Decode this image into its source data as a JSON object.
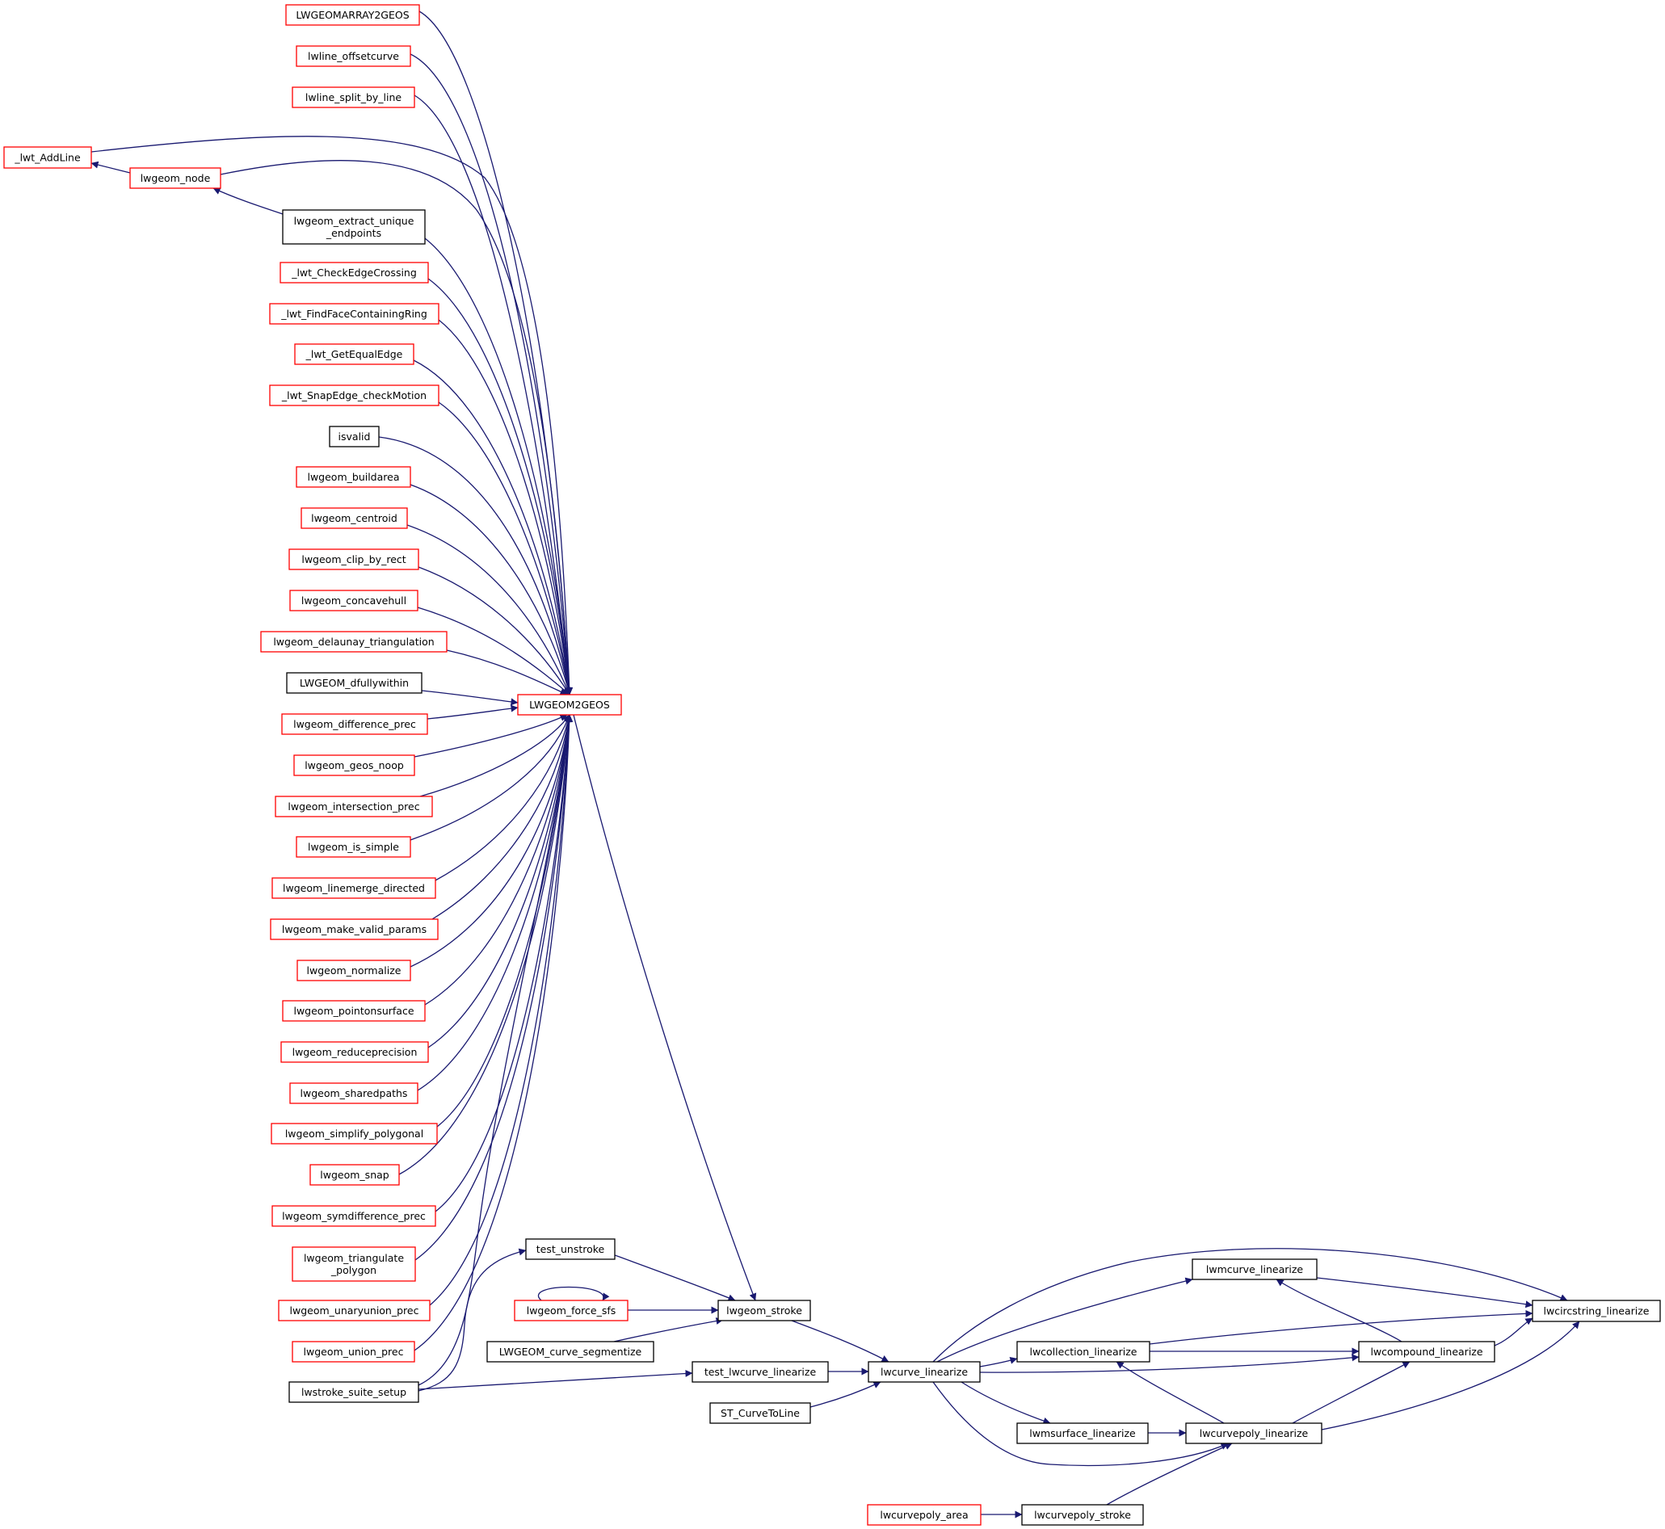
{
  "colors": {
    "edge": "#191970",
    "border_red": "#ff0000",
    "border_black": "#000000",
    "focus_fill": "#bfbfbf"
  },
  "nodes": [
    {
      "id": "lwcircstring_linearize",
      "label": "lwcircstring_linearize",
      "style": "focus"
    },
    {
      "id": "lwmcurve_linearize",
      "label": "lwmcurve_linearize",
      "style": "black"
    },
    {
      "id": "lwcompound_linearize",
      "label": "lwcompound_linearize",
      "style": "black"
    },
    {
      "id": "lwcollection_linearize",
      "label": "lwcollection_linearize",
      "style": "black"
    },
    {
      "id": "lwcurvepoly_linearize",
      "label": "lwcurvepoly_linearize",
      "style": "black"
    },
    {
      "id": "lwmsurface_linearize",
      "label": "lwmsurface_linearize",
      "style": "black"
    },
    {
      "id": "lwcurvepoly_stroke",
      "label": "lwcurvepoly_stroke",
      "style": "black"
    },
    {
      "id": "lwcurvepoly_area",
      "label": "lwcurvepoly_area",
      "style": "red"
    },
    {
      "id": "lwcurve_linearize",
      "label": "lwcurve_linearize",
      "style": "black"
    },
    {
      "id": "test_lwcurve_linearize",
      "label": "test_lwcurve_linearize",
      "style": "black"
    },
    {
      "id": "ST_CurveToLine",
      "label": "ST_CurveToLine",
      "style": "black"
    },
    {
      "id": "lwgeom_stroke",
      "label": "lwgeom_stroke",
      "style": "black"
    },
    {
      "id": "test_unstroke",
      "label": "test_unstroke",
      "style": "black"
    },
    {
      "id": "lwgeom_force_sfs",
      "label": "lwgeom_force_sfs",
      "style": "red"
    },
    {
      "id": "LWGEOM_curve_segmentize",
      "label": "LWGEOM_curve_segmentize",
      "style": "black"
    },
    {
      "id": "lwstroke_suite_setup",
      "label": "lwstroke_suite_setup",
      "style": "black"
    },
    {
      "id": "LWGEOM2GEOS",
      "label": "LWGEOM2GEOS",
      "style": "red"
    },
    {
      "id": "LWGEOMARRAY2GEOS",
      "label": "LWGEOMARRAY2GEOS",
      "style": "red"
    },
    {
      "id": "lwline_offsetcurve",
      "label": "lwline_offsetcurve",
      "style": "red"
    },
    {
      "id": "lwline_split_by_line",
      "label": "lwline_split_by_line",
      "style": "red"
    },
    {
      "id": "_lwt_AddLine",
      "label": "_lwt_AddLine",
      "style": "red"
    },
    {
      "id": "lwgeom_node",
      "label": "lwgeom_node",
      "style": "red"
    },
    {
      "id": "lwgeom_extract_unique_endpoints",
      "label": [
        "lwgeom_extract_unique",
        "_endpoints"
      ],
      "style": "black"
    },
    {
      "id": "_lwt_CheckEdgeCrossing",
      "label": "_lwt_CheckEdgeCrossing",
      "style": "red"
    },
    {
      "id": "_lwt_FindFaceContainingRing",
      "label": "_lwt_FindFaceContainingRing",
      "style": "red"
    },
    {
      "id": "_lwt_GetEqualEdge",
      "label": "_lwt_GetEqualEdge",
      "style": "red"
    },
    {
      "id": "_lwt_SnapEdge_checkMotion",
      "label": "_lwt_SnapEdge_checkMotion",
      "style": "red"
    },
    {
      "id": "isvalid",
      "label": "isvalid",
      "style": "black"
    },
    {
      "id": "lwgeom_buildarea",
      "label": "lwgeom_buildarea",
      "style": "red"
    },
    {
      "id": "lwgeom_centroid",
      "label": "lwgeom_centroid",
      "style": "red"
    },
    {
      "id": "lwgeom_clip_by_rect",
      "label": "lwgeom_clip_by_rect",
      "style": "red"
    },
    {
      "id": "lwgeom_concavehull",
      "label": "lwgeom_concavehull",
      "style": "red"
    },
    {
      "id": "lwgeom_delaunay_triangulation",
      "label": "lwgeom_delaunay_triangulation",
      "style": "red"
    },
    {
      "id": "LWGEOM_dfullywithin",
      "label": "LWGEOM_dfullywithin",
      "style": "black"
    },
    {
      "id": "lwgeom_difference_prec",
      "label": "lwgeom_difference_prec",
      "style": "red"
    },
    {
      "id": "lwgeom_geos_noop",
      "label": "lwgeom_geos_noop",
      "style": "red"
    },
    {
      "id": "lwgeom_intersection_prec",
      "label": "lwgeom_intersection_prec",
      "style": "red"
    },
    {
      "id": "lwgeom_is_simple",
      "label": "lwgeom_is_simple",
      "style": "red"
    },
    {
      "id": "lwgeom_linemerge_directed",
      "label": "lwgeom_linemerge_directed",
      "style": "red"
    },
    {
      "id": "lwgeom_make_valid_params",
      "label": "lwgeom_make_valid_params",
      "style": "red"
    },
    {
      "id": "lwgeom_normalize",
      "label": "lwgeom_normalize",
      "style": "red"
    },
    {
      "id": "lwgeom_pointonsurface",
      "label": "lwgeom_pointonsurface",
      "style": "red"
    },
    {
      "id": "lwgeom_reduceprecision",
      "label": "lwgeom_reduceprecision",
      "style": "red"
    },
    {
      "id": "lwgeom_sharedpaths",
      "label": "lwgeom_sharedpaths",
      "style": "red"
    },
    {
      "id": "lwgeom_simplify_polygonal",
      "label": "lwgeom_simplify_polygonal",
      "style": "red"
    },
    {
      "id": "lwgeom_snap",
      "label": "lwgeom_snap",
      "style": "red"
    },
    {
      "id": "lwgeom_symdifference_prec",
      "label": "lwgeom_symdifference_prec",
      "style": "red"
    },
    {
      "id": "lwgeom_triangulate_polygon",
      "label": [
        "lwgeom_triangulate",
        "_polygon"
      ],
      "style": "red"
    },
    {
      "id": "lwgeom_unaryunion_prec",
      "label": "lwgeom_unaryunion_prec",
      "style": "red"
    },
    {
      "id": "lwgeom_union_prec",
      "label": "lwgeom_union_prec",
      "style": "red"
    }
  ],
  "edges": [
    {
      "from": "lwmcurve_linearize",
      "to": "lwcircstring_linearize"
    },
    {
      "from": "lwcompound_linearize",
      "to": "lwcircstring_linearize"
    },
    {
      "from": "lwcurvepoly_linearize",
      "to": "lwcircstring_linearize"
    },
    {
      "from": "lwcurve_linearize",
      "to": "lwcircstring_linearize"
    },
    {
      "from": "lwcollection_linearize",
      "to": "lwcircstring_linearize"
    },
    {
      "from": "lwcompound_linearize",
      "to": "lwmcurve_linearize"
    },
    {
      "from": "lwcurve_linearize",
      "to": "lwmcurve_linearize"
    },
    {
      "from": "lwcollection_linearize",
      "to": "lwcompound_linearize"
    },
    {
      "from": "lwcurve_linearize",
      "to": "lwcompound_linearize"
    },
    {
      "from": "lwcurvepoly_linearize",
      "to": "lwcompound_linearize"
    },
    {
      "from": "lwcurve_linearize",
      "to": "lwcollection_linearize"
    },
    {
      "from": "lwcurvepoly_linearize",
      "to": "lwcollection_linearize"
    },
    {
      "from": "lwmsurface_linearize",
      "to": "lwcurvepoly_linearize"
    },
    {
      "from": "lwcurve_linearize",
      "to": "lwcurvepoly_linearize"
    },
    {
      "from": "lwcurvepoly_stroke",
      "to": "lwcurvepoly_linearize"
    },
    {
      "from": "lwcurve_linearize",
      "to": "lwmsurface_linearize"
    },
    {
      "from": "lwcurvepoly_area",
      "to": "lwcurvepoly_stroke"
    },
    {
      "from": "lwgeom_stroke",
      "to": "lwcurve_linearize"
    },
    {
      "from": "test_lwcurve_linearize",
      "to": "lwcurve_linearize"
    },
    {
      "from": "ST_CurveToLine",
      "to": "lwcurve_linearize"
    },
    {
      "from": "lwstroke_suite_setup",
      "to": "test_lwcurve_linearize"
    },
    {
      "from": "LWGEOM2GEOS",
      "to": "lwgeom_stroke"
    },
    {
      "from": "test_unstroke",
      "to": "lwgeom_stroke"
    },
    {
      "from": "lwgeom_force_sfs",
      "to": "lwgeom_stroke"
    },
    {
      "from": "LWGEOM_curve_segmentize",
      "to": "lwgeom_stroke"
    },
    {
      "from": "lwgeom_force_sfs",
      "to": "lwgeom_force_sfs"
    },
    {
      "from": "lwstroke_suite_setup",
      "to": "test_unstroke"
    },
    {
      "from": "LWGEOMARRAY2GEOS",
      "to": "LWGEOM2GEOS"
    },
    {
      "from": "lwline_offsetcurve",
      "to": "LWGEOM2GEOS"
    },
    {
      "from": "lwline_split_by_line",
      "to": "LWGEOM2GEOS"
    },
    {
      "from": "_lwt_AddLine",
      "to": "LWGEOM2GEOS"
    },
    {
      "from": "lwgeom_node",
      "to": "LWGEOM2GEOS"
    },
    {
      "from": "lwgeom_extract_unique_endpoints",
      "to": "LWGEOM2GEOS"
    },
    {
      "from": "_lwt_CheckEdgeCrossing",
      "to": "LWGEOM2GEOS"
    },
    {
      "from": "_lwt_FindFaceContainingRing",
      "to": "LWGEOM2GEOS"
    },
    {
      "from": "_lwt_GetEqualEdge",
      "to": "LWGEOM2GEOS"
    },
    {
      "from": "_lwt_SnapEdge_checkMotion",
      "to": "LWGEOM2GEOS"
    },
    {
      "from": "isvalid",
      "to": "LWGEOM2GEOS"
    },
    {
      "from": "lwgeom_buildarea",
      "to": "LWGEOM2GEOS"
    },
    {
      "from": "lwgeom_centroid",
      "to": "LWGEOM2GEOS"
    },
    {
      "from": "lwgeom_clip_by_rect",
      "to": "LWGEOM2GEOS"
    },
    {
      "from": "lwgeom_concavehull",
      "to": "LWGEOM2GEOS"
    },
    {
      "from": "lwgeom_delaunay_triangulation",
      "to": "LWGEOM2GEOS"
    },
    {
      "from": "LWGEOM_dfullywithin",
      "to": "LWGEOM2GEOS"
    },
    {
      "from": "lwgeom_difference_prec",
      "to": "LWGEOM2GEOS"
    },
    {
      "from": "lwgeom_geos_noop",
      "to": "LWGEOM2GEOS"
    },
    {
      "from": "lwgeom_intersection_prec",
      "to": "LWGEOM2GEOS"
    },
    {
      "from": "lwgeom_is_simple",
      "to": "LWGEOM2GEOS"
    },
    {
      "from": "lwgeom_linemerge_directed",
      "to": "LWGEOM2GEOS"
    },
    {
      "from": "lwgeom_make_valid_params",
      "to": "LWGEOM2GEOS"
    },
    {
      "from": "lwgeom_normalize",
      "to": "LWGEOM2GEOS"
    },
    {
      "from": "lwgeom_pointonsurface",
      "to": "LWGEOM2GEOS"
    },
    {
      "from": "lwgeom_reduceprecision",
      "to": "LWGEOM2GEOS"
    },
    {
      "from": "lwgeom_sharedpaths",
      "to": "LWGEOM2GEOS"
    },
    {
      "from": "lwgeom_simplify_polygonal",
      "to": "LWGEOM2GEOS"
    },
    {
      "from": "lwgeom_snap",
      "to": "LWGEOM2GEOS"
    },
    {
      "from": "lwgeom_symdifference_prec",
      "to": "LWGEOM2GEOS"
    },
    {
      "from": "lwgeom_triangulate_polygon",
      "to": "LWGEOM2GEOS"
    },
    {
      "from": "lwgeom_unaryunion_prec",
      "to": "LWGEOM2GEOS"
    },
    {
      "from": "lwgeom_union_prec",
      "to": "LWGEOM2GEOS"
    },
    {
      "from": "lwstroke_suite_setup",
      "to": "LWGEOM2GEOS"
    },
    {
      "from": "lwgeom_node",
      "to": "_lwt_AddLine"
    },
    {
      "from": "lwgeom_extract_unique_endpoints",
      "to": "lwgeom_node"
    }
  ]
}
